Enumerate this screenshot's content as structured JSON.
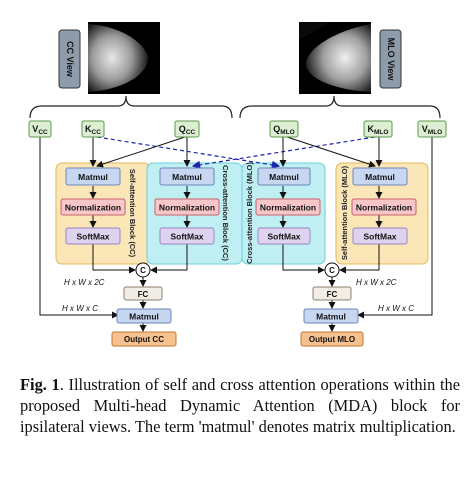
{
  "images": {
    "cc_view_label": "CC View",
    "mlo_view_label": "MLO View"
  },
  "inputs": {
    "v_cc": "V",
    "v_cc_sub": "CC",
    "k_cc": "K",
    "k_cc_sub": "CC",
    "q_cc": "Q",
    "q_cc_sub": "CC",
    "q_mlo": "Q",
    "q_mlo_sub": "MLO",
    "k_mlo": "K",
    "k_mlo_sub": "MLO",
    "v_mlo": "V",
    "v_mlo_sub": "MLO"
  },
  "blocks": {
    "self_cc": {
      "title": "Self-attention Block (CC)",
      "matmul": "Matmul",
      "norm": "Normalization",
      "softmax": "SoftMax"
    },
    "cross_cc": {
      "title": "Cross-attention Block (CC)",
      "matmul": "Matmul",
      "norm": "Normalization",
      "softmax": "SoftMax"
    },
    "cross_mlo": {
      "title": "Cross-attention Block (MLO)",
      "matmul": "Matmul",
      "norm": "Normalization",
      "softmax": "SoftMax"
    },
    "self_mlo": {
      "title": "Self-attention Block (MLO)",
      "matmul": "Matmul",
      "norm": "Normalization",
      "softmax": "SoftMax"
    }
  },
  "cc_path": {
    "concat": "C",
    "dim_hw2c": "H x W x 2C",
    "fc": "FC",
    "dim_hwc": "H x W x C",
    "matmul": "Matmul",
    "output": "Output CC"
  },
  "mlo_path": {
    "concat": "C",
    "dim_hw2c": "H x W x 2C",
    "fc": "FC",
    "dim_hwc": "H x W x C",
    "matmul": "Matmul",
    "output": "Output MLO"
  },
  "caption": {
    "label": "Fig. 1",
    "text": ".  Illustration of self and cross attention operations within the proposed Multi-head Dynamic Attention (MDA) block for ipsilateral views. The term 'matmul' denotes matrix multiplication."
  },
  "colors": {
    "input_box": "#dcefd2",
    "self_block": "#fbe6b8",
    "cross_block": "#bfeff2",
    "matmul_box": "#c7d7f2",
    "norm_box": "#f6c6c9",
    "softmax_box": "#ded3ee",
    "fc_box": "#f1ece4",
    "output_box": "#f6c18f",
    "dashed_arrow": "#1d22b0"
  }
}
